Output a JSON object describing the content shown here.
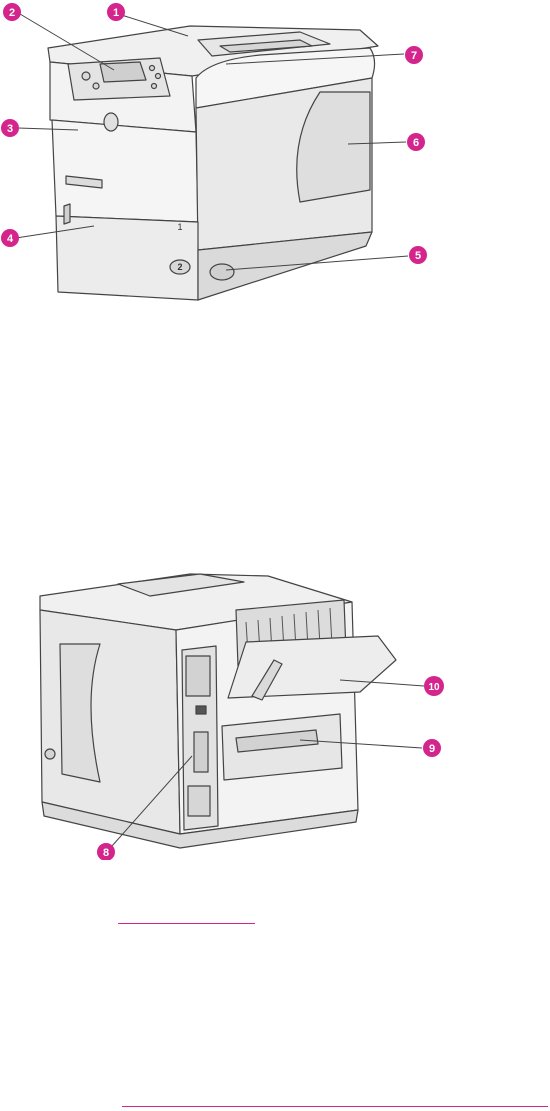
{
  "front_view": {
    "tray_number_1": "1",
    "tray_number_2": "2",
    "callouts": [
      {
        "number": "1"
      },
      {
        "number": "2"
      },
      {
        "number": "3"
      },
      {
        "number": "4"
      },
      {
        "number": "5"
      },
      {
        "number": "6"
      },
      {
        "number": "7"
      }
    ]
  },
  "rear_view": {
    "callouts": [
      {
        "number": "8"
      },
      {
        "number": "9"
      },
      {
        "number": "10"
      }
    ]
  },
  "colors": {
    "callout": "#d4258c",
    "line": "#444444",
    "body_light": "#f1f1f1",
    "body_mid": "#e2e2e2",
    "body_dark": "#c4c4c4"
  }
}
